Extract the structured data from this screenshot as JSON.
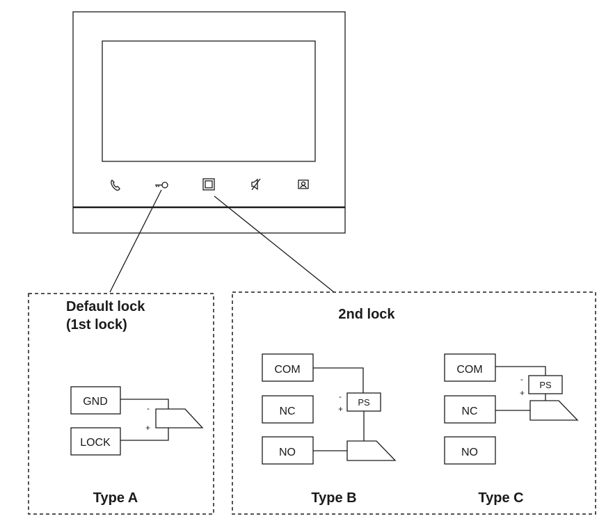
{
  "device": {
    "buttons": [
      {
        "icon": "phone-icon"
      },
      {
        "icon": "key-icon"
      },
      {
        "icon": "square-icon"
      },
      {
        "icon": "mute-icon"
      },
      {
        "icon": "monitor-icon"
      }
    ]
  },
  "panel_a": {
    "title_line1": "Default lock",
    "title_line2": "(1st lock)",
    "gnd_label": "GND",
    "lock_label": "LOCK",
    "minus_label": "-",
    "plus_label": "+",
    "type_label": "Type A"
  },
  "panel_b_c": {
    "title": "2nd lock",
    "type_b": {
      "com_label": "COM",
      "nc_label": "NC",
      "no_label": "NO",
      "ps_label": "PS",
      "minus_label": "-",
      "plus_label": "+",
      "type_label": "Type B"
    },
    "type_c": {
      "com_label": "COM",
      "nc_label": "NC",
      "no_label": "NO",
      "ps_label": "PS",
      "minus_label": "-",
      "plus_label": "+",
      "type_label": "Type C"
    }
  }
}
